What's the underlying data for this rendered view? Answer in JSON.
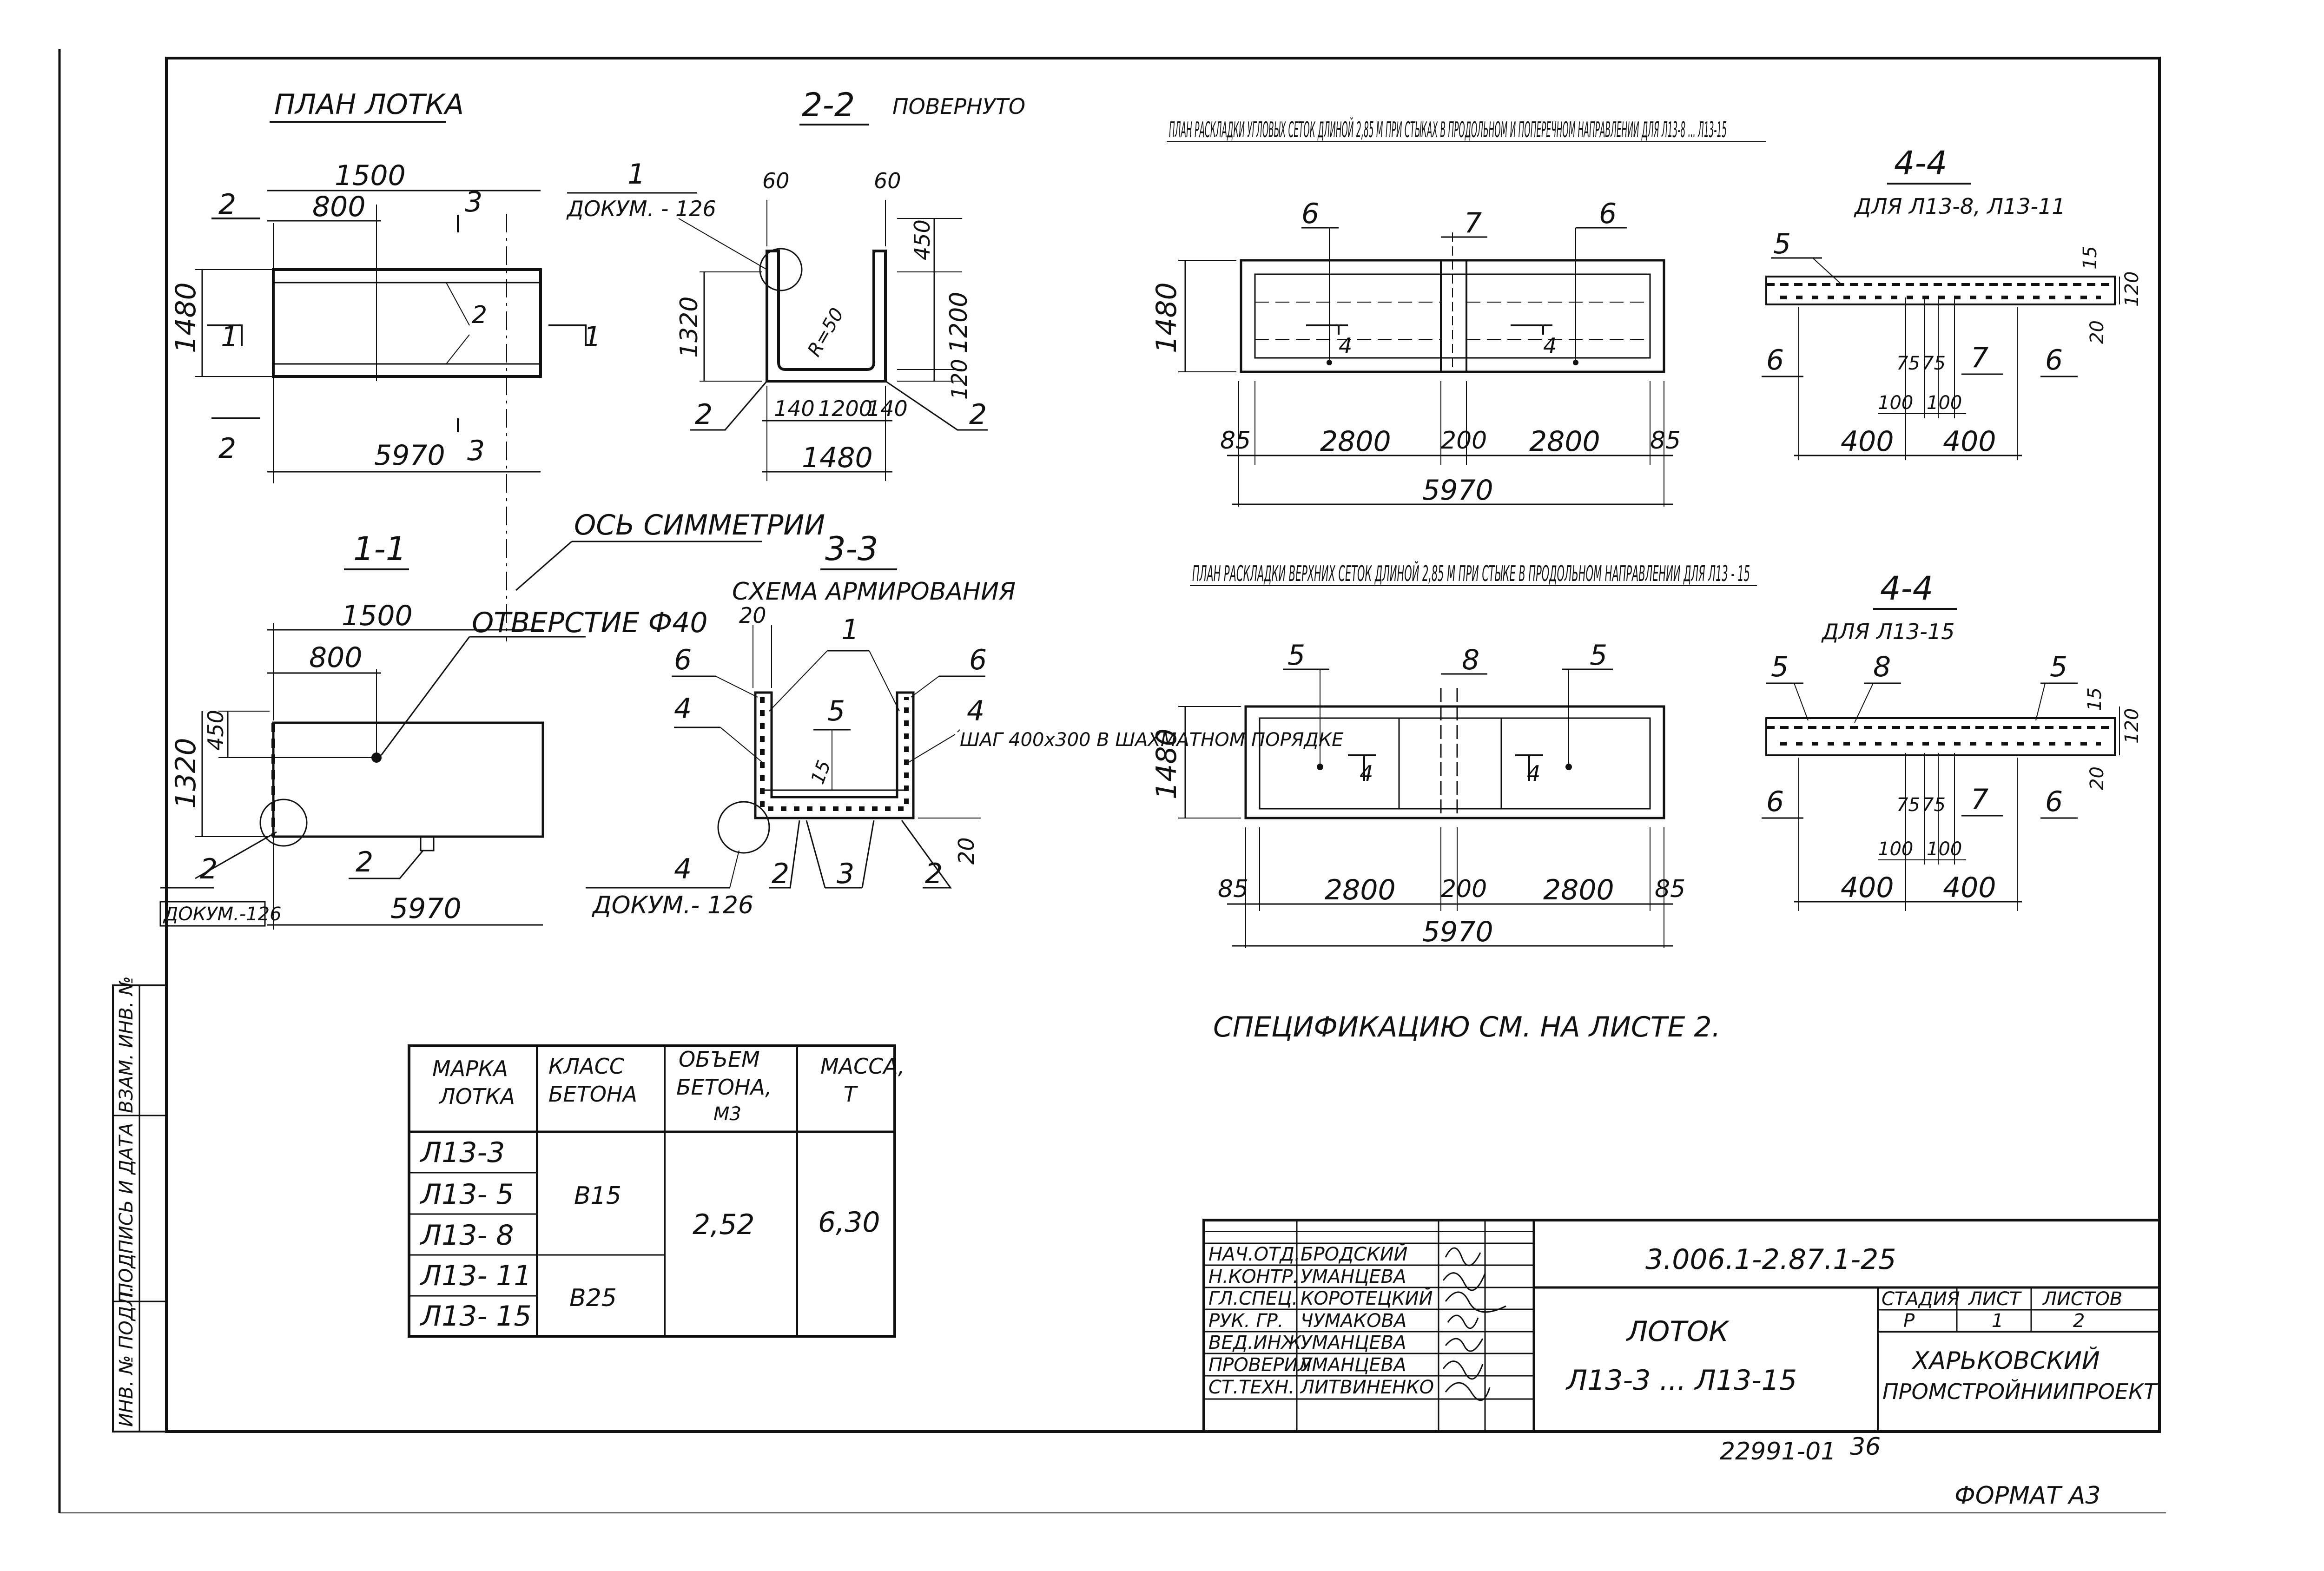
{
  "plan": {
    "title": "ПЛАН ЛОТКА",
    "dims": {
      "overall_length": "5970",
      "half": "1500",
      "offset": "800",
      "width": "1480"
    },
    "section_marks": {
      "s1": "1",
      "s2": "2",
      "s3": "3",
      "pos2": "2"
    }
  },
  "section22": {
    "title": "2-2",
    "subtitle": "ПОВЕРНУТО",
    "callout_num": "1",
    "callout_doc": "ДОКУМ. - 126",
    "dims": {
      "wall_l": "60",
      "wall_r": "60",
      "top": "450",
      "inner_h": "1200",
      "bottom": "120",
      "height": "1320",
      "radius": "R=50",
      "c1": "140",
      "c2": "1200",
      "c3": "140",
      "total": "1480"
    },
    "pos2": "2"
  },
  "section11": {
    "title": "1-1",
    "dims": {
      "half": "1500",
      "offset": "800",
      "h1": "450",
      "height": "1320",
      "length": "5970"
    },
    "hole": "ОТВЕРСТИЕ Ф40",
    "pos2": "2",
    "callout_doc": "ДОКУМ.-126"
  },
  "axis_label": "ОСЬ СИММЕТРИИ",
  "section33": {
    "title": "3-3",
    "subtitle": "СХЕМА АРМИРОВАНИЯ",
    "labels": {
      "p20": "20",
      "p1": "1",
      "p6l": "6",
      "p6r": "6",
      "p4l": "4",
      "p5": "5",
      "p4r": "4",
      "p15": "15",
      "p4b": "4",
      "p2a": "2",
      "p3": "3",
      "p2b": "2",
      "p20b": "20"
    },
    "pitch_note": "ШАГ 400x300 В ШАХМАТНОМ ПОРЯДКЕ",
    "callout_doc": "ДОКУМ.- 126"
  },
  "layout_corner": {
    "title": "ПЛАН РАСКЛАДКИ УГЛОВЫХ СЕТОК ДЛИНОЙ 2,85 М ПРИ СТЫКАХ В ПРОДОЛЬНОМ И ПОПЕРЕЧНОМ НАПРАВЛЕНИИ ДЛЯ Л13-8 ... Л13-15",
    "marks": {
      "m6a": "6",
      "m7": "7",
      "m6b": "6",
      "s4a": "4",
      "s4b": "4"
    },
    "dims": {
      "width": "1480",
      "e1": "85",
      "d1": "2800",
      "gap": "200",
      "d2": "2800",
      "e2": "85",
      "total": "5970"
    }
  },
  "layout_top": {
    "title": "ПЛАН РАСКЛАДКИ ВЕРХНИХ СЕТОК ДЛИНОЙ 2,85 М ПРИ СТЫКЕ В ПРОДОЛЬНОМ НАПРАВЛЕНИИ ДЛЯ Л13 - 15",
    "marks": {
      "m5a": "5",
      "m8": "8",
      "m5b": "5",
      "s4a": "4",
      "s4b": "4"
    },
    "dims": {
      "width": "1480",
      "e1": "85",
      "d1": "2800",
      "gap": "200",
      "d2": "2800",
      "e2": "85",
      "total": "5970"
    }
  },
  "section44a": {
    "title": "4-4",
    "subtitle": "ДЛЯ Л13-8, Л13-11",
    "labels": {
      "p5": "5",
      "p15": "15",
      "p120": "120",
      "p6l": "6",
      "p75a": "75",
      "p75b": "75",
      "p7": "7",
      "p6r": "6",
      "p20": "20",
      "p100a": "100",
      "p100b": "100",
      "p400a": "400",
      "p400b": "400"
    }
  },
  "section44b": {
    "title": "4-4",
    "subtitle": "ДЛЯ Л13-15",
    "labels": {
      "p5l": "5",
      "p8": "8",
      "p5r": "5",
      "p15": "15",
      "p120": "120",
      "p6l": "6",
      "p75a": "75",
      "p75b": "75",
      "p7": "7",
      "p6r": "6",
      "p20": "20",
      "p100a": "100",
      "p100b": "100",
      "p400a": "400",
      "p400b": "400"
    }
  },
  "spec_note": "СПЕЦИФИКАЦИЮ СМ. НА ЛИСТЕ 2.",
  "spec_table": {
    "headers": {
      "mark_1": "МАРКА",
      "mark_2": "ЛОТКА",
      "class_1": "КЛАСС",
      "class_2": "БЕТОНА",
      "vol_1": "ОБЪЕМ",
      "vol_2": "БЕТОНА,",
      "vol_3": "М3",
      "mass_1": "МАССА,",
      "mass_2": "Т"
    },
    "marks": [
      "Л13-3",
      "Л13- 5",
      "Л13- 8",
      "Л13- 11",
      "Л13- 15"
    ],
    "class_b15": "В15",
    "class_b25": "В25",
    "volume": "2,52",
    "mass": "6,30"
  },
  "stamp": {
    "doc_code": "3.006.1-2.87.1-25",
    "roles": [
      "НАЧ.ОТД.",
      "Н.КОНТР.",
      "ГЛ.СПЕЦ.",
      "РУК. ГР.",
      "ВЕД.ИНЖ.",
      "ПРОВЕРИЛ",
      "СТ.ТЕХН."
    ],
    "names": [
      "БРОДСКИЙ",
      "УМАНЦЕВА",
      "КОРОТЕЦКИЙ",
      "ЧУМАКОВА",
      "УМАНЦЕВА",
      "УМАНЦЕВА",
      "ЛИТВИНЕНКО"
    ],
    "product": "ЛОТОК",
    "range": "Л13-3 ... Л13-15",
    "col_stage": "СТАДИЯ",
    "col_sheet": "ЛИСТ",
    "col_sheets": "ЛИСТОВ",
    "stage": "Р",
    "sheet": "1",
    "sheets": "2",
    "org_1": "ХАРЬКОВСКИЙ",
    "org_2": "ПРОМСТРОЙНИИПРОЕКТ"
  },
  "side_stamp": [
    "ИНВ. № ПОДЛ.",
    "ПОДПИСЬ И ДАТА",
    "ВЗАМ. ИНВ. №"
  ],
  "footer": {
    "archive": "22991-01",
    "page": "36",
    "format": "ФОРМАТ А3"
  }
}
